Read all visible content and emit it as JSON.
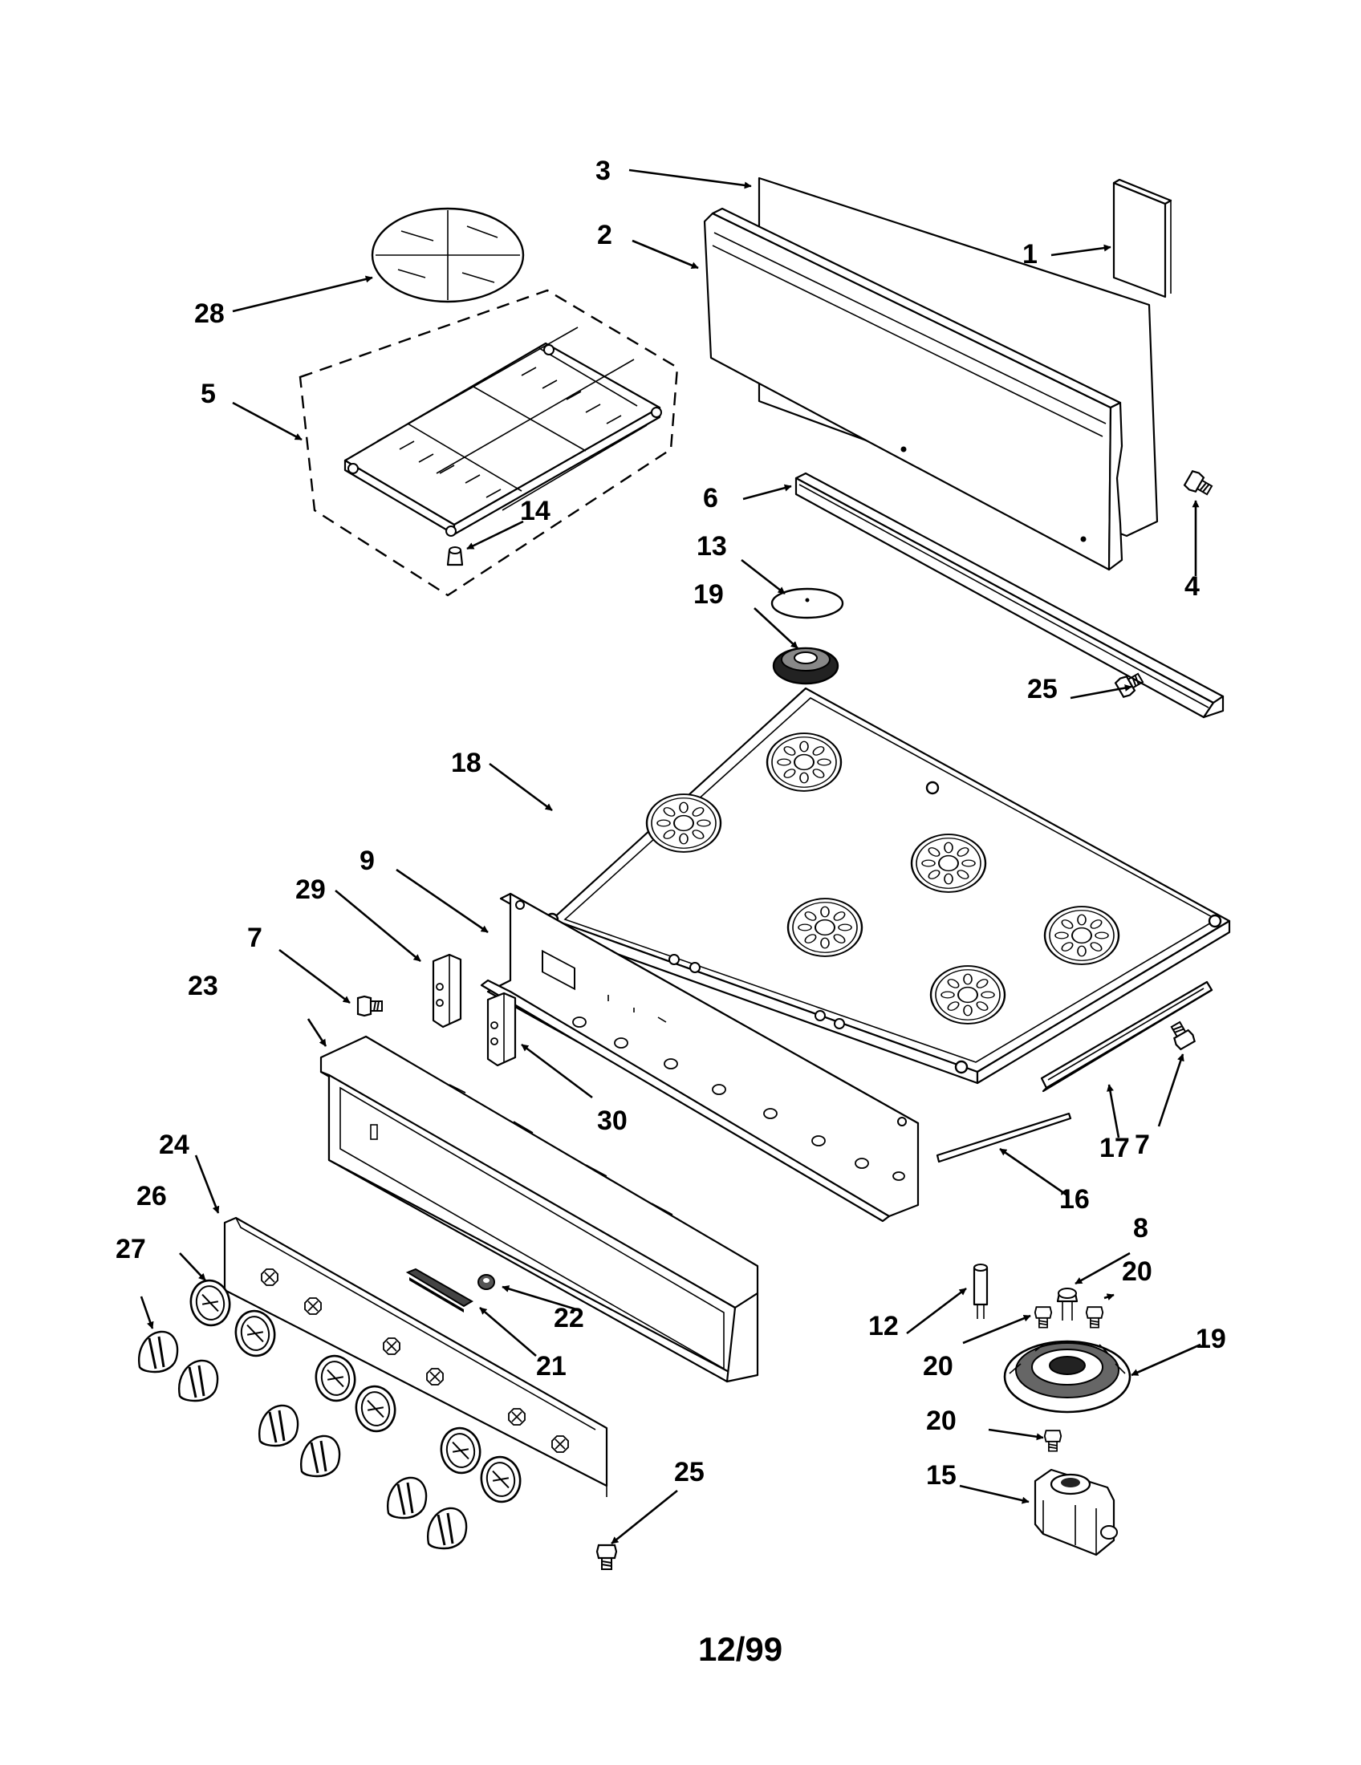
{
  "footer": {
    "date_code": "12/99"
  },
  "callouts": [
    {
      "id": "c1",
      "text": "1"
    },
    {
      "id": "c2",
      "text": "2"
    },
    {
      "id": "c3",
      "text": "3"
    },
    {
      "id": "c4",
      "text": "4"
    },
    {
      "id": "c5",
      "text": "5"
    },
    {
      "id": "c6",
      "text": "6"
    },
    {
      "id": "c7a",
      "text": "7"
    },
    {
      "id": "c7b",
      "text": "7"
    },
    {
      "id": "c8",
      "text": "8"
    },
    {
      "id": "c9",
      "text": "9"
    },
    {
      "id": "c12",
      "text": "12"
    },
    {
      "id": "c13",
      "text": "13"
    },
    {
      "id": "c14",
      "text": "14"
    },
    {
      "id": "c15",
      "text": "15"
    },
    {
      "id": "c16",
      "text": "16"
    },
    {
      "id": "c17",
      "text": "17"
    },
    {
      "id": "c18",
      "text": "18"
    },
    {
      "id": "c19a",
      "text": "19"
    },
    {
      "id": "c19b",
      "text": "19"
    },
    {
      "id": "c20a",
      "text": "20"
    },
    {
      "id": "c20b",
      "text": "20"
    },
    {
      "id": "c20c",
      "text": "20"
    },
    {
      "id": "c21",
      "text": "21"
    },
    {
      "id": "c22",
      "text": "22"
    },
    {
      "id": "c23",
      "text": "23"
    },
    {
      "id": "c24",
      "text": "24"
    },
    {
      "id": "c25a",
      "text": "25"
    },
    {
      "id": "c25b",
      "text": "25"
    },
    {
      "id": "c26",
      "text": "26"
    },
    {
      "id": "c27",
      "text": "27"
    },
    {
      "id": "c28",
      "text": "28"
    },
    {
      "id": "c29",
      "text": "29"
    },
    {
      "id": "c30",
      "text": "30"
    }
  ]
}
